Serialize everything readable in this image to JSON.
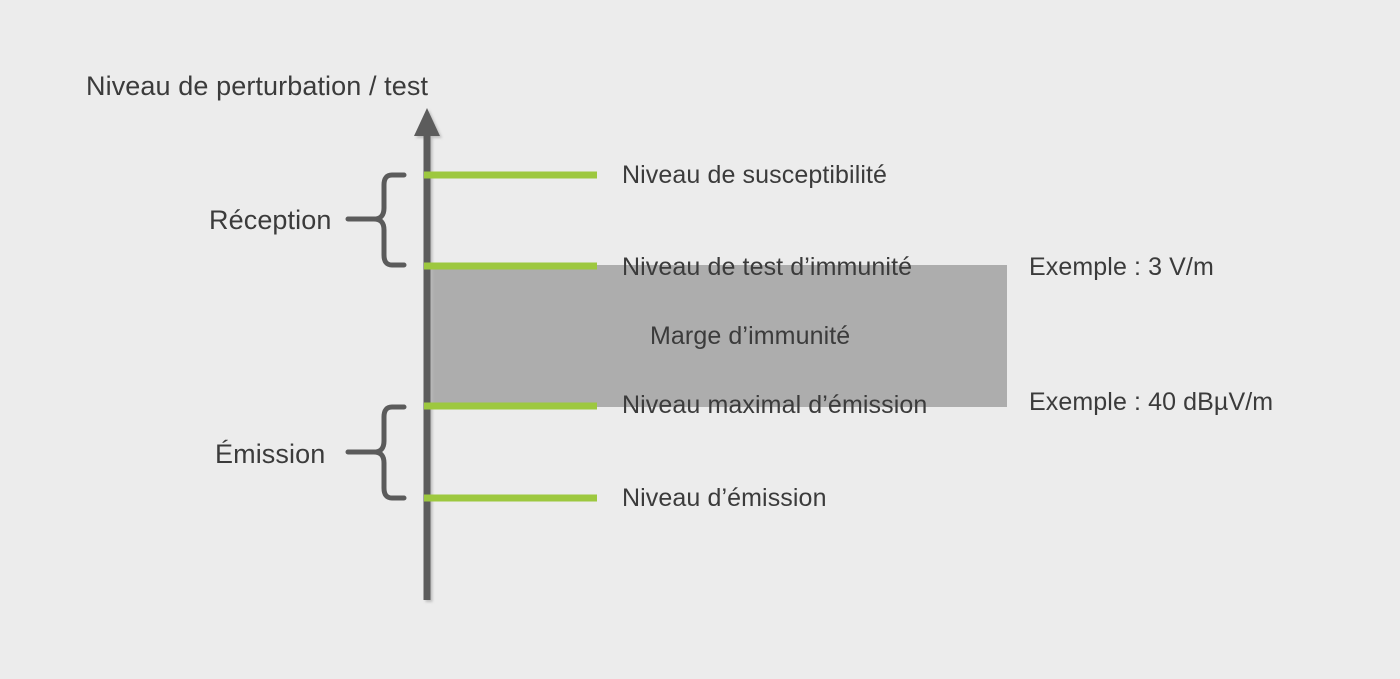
{
  "diagram": {
    "title": "Niveau de perturbation / test",
    "background_color": "#ececec",
    "axis_color": "#5b5b5b",
    "level_line_color": "#9dc83f",
    "margin_fill_color": "#adadad",
    "text_color": "#3b3b3b",
    "axis": {
      "y_axis_label": "Niveau de perturbation / test",
      "arrow_icon": "up-arrow-icon"
    },
    "groups": [
      {
        "id": "reception",
        "label": "Réception",
        "brace_icon": "curly-brace-icon",
        "spans_levels": [
          "susceptibilite",
          "test-immunite"
        ]
      },
      {
        "id": "emission",
        "label": "Émission",
        "brace_icon": "curly-brace-icon",
        "spans_levels": [
          "max-emission",
          "emission"
        ]
      }
    ],
    "levels": [
      {
        "id": "susceptibilite",
        "label": "Niveau de susceptibilité",
        "example": ""
      },
      {
        "id": "test-immunite",
        "label": "Niveau de test d’immunité",
        "example": "Exemple : 3 V/m"
      },
      {
        "id": "max-emission",
        "label": "Niveau maximal d’émission",
        "example": "Exemple : 40 dBµV/m"
      },
      {
        "id": "emission",
        "label": "Niveau d’émission",
        "example": ""
      }
    ],
    "margin_band": {
      "label": "Marge d’immunité",
      "top_level": "test-immunite",
      "bottom_level": "max-emission"
    }
  },
  "chart_data": {
    "type": "diagram",
    "title": "Niveau de perturbation / test",
    "ylabel": "Niveau de perturbation / test",
    "xlabel": "",
    "grid": false,
    "legend": "none",
    "categories": [
      "Niveau de susceptibilité",
      "Niveau de test d’immunité",
      "Niveau maximal d’émission",
      "Niveau d’émission"
    ],
    "values": [
      4,
      3,
      2,
      1
    ],
    "annotations": [
      "Réception",
      "Émission",
      "Marge d’immunité",
      "Exemple : 3 V/m",
      "Exemple : 40 dBµV/m"
    ]
  }
}
